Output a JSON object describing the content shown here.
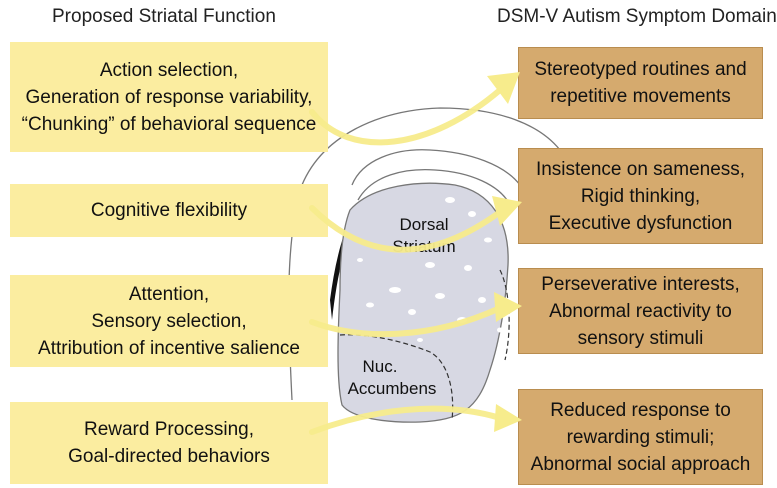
{
  "headers": {
    "left": "Proposed Striatal Function",
    "right": "DSM-V Autism Symptom Domain"
  },
  "functions": [
    {
      "lines": [
        "Action selection,",
        "Generation of response variability,",
        "“Chunking” of behavioral sequence"
      ]
    },
    {
      "lines": [
        "Cognitive flexibility"
      ]
    },
    {
      "lines": [
        "Attention,",
        "Sensory selection,",
        "Attribution of incentive salience"
      ]
    },
    {
      "lines": [
        "Reward Processing,",
        "Goal-directed behaviors"
      ]
    }
  ],
  "symptoms": [
    {
      "lines": [
        "Stereotyped routines and",
        "repetitive movements"
      ]
    },
    {
      "lines": [
        "Insistence on sameness,",
        "Rigid thinking,",
        "Executive dysfunction"
      ]
    },
    {
      "lines": [
        "Perseverative interests,",
        "Abnormal reactivity to",
        "sensory stimuli"
      ]
    },
    {
      "lines": [
        "Reduced response to",
        "rewarding stimuli;",
        "Abnormal social approach"
      ]
    }
  ],
  "brain_labels": {
    "dorsal": [
      "Dorsal",
      "Striatum"
    ],
    "nac": [
      "Nuc.",
      "Accumbens"
    ]
  },
  "colors": {
    "function_box": "#fbeda0",
    "symptom_box": "#d5aa6e",
    "arrow": "#f7ec8c",
    "striatum": "#d7d8e3"
  }
}
